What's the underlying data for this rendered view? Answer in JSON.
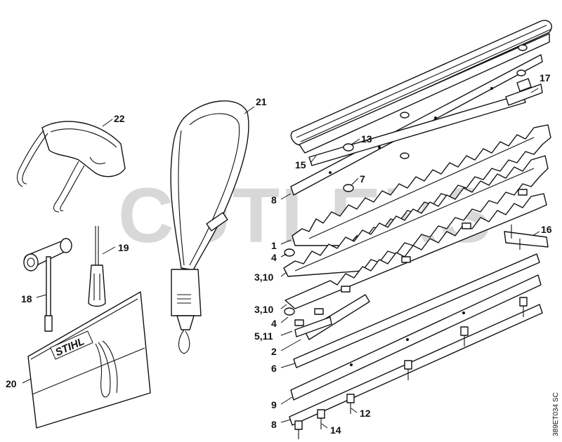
{
  "watermark": "CUTLERS",
  "drawing_code": "389ET034 SC",
  "brand_logo": "STIHL",
  "callouts": {
    "n1": "1",
    "n2": "2",
    "n3_10_a": "3,10",
    "n3_10_b": "3,10",
    "n4_a": "4",
    "n4_b": "4",
    "n5_11": "5,11",
    "n6": "6",
    "n7": "7",
    "n8_a": "8",
    "n8_b": "8",
    "n9": "9",
    "n12": "12",
    "n13": "13",
    "n14": "14",
    "n15": "15",
    "n16": "16",
    "n17": "17",
    "n18": "18",
    "n19": "19",
    "n20": "20",
    "n21": "21",
    "n22": "22"
  }
}
